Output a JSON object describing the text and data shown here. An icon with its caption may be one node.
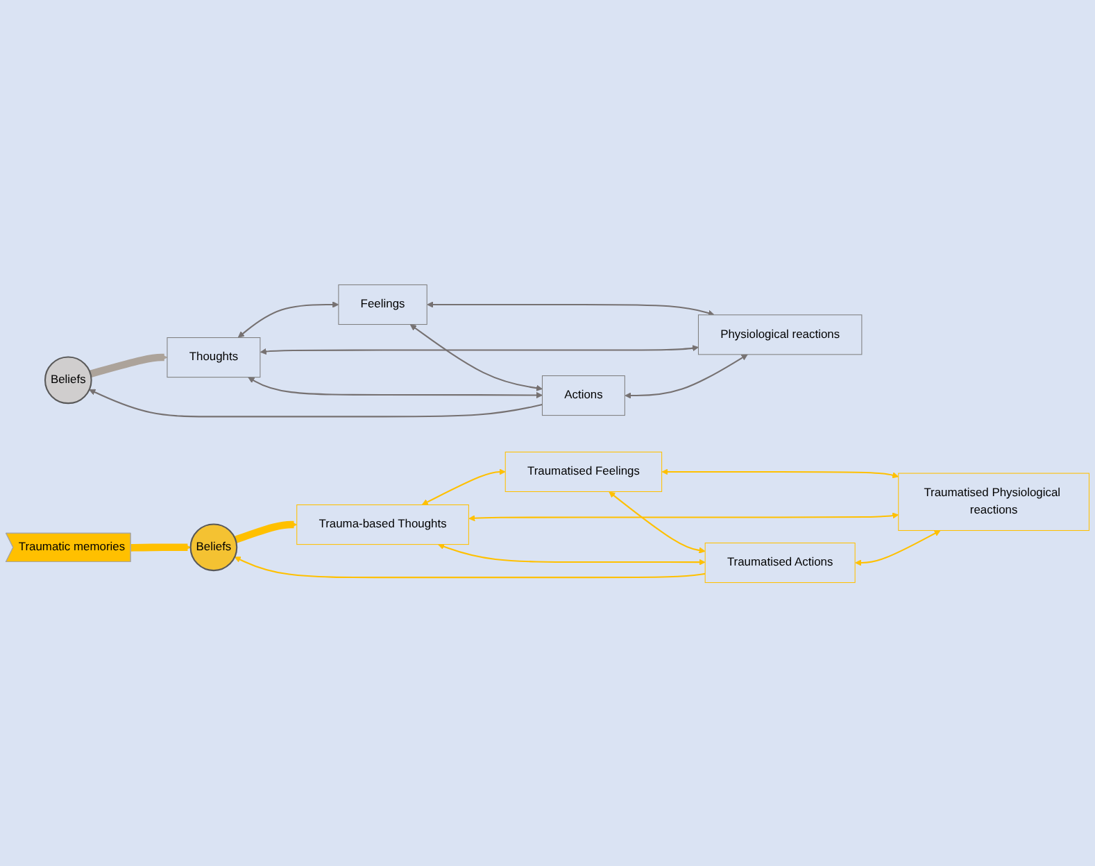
{
  "diagram": {
    "nodes": [
      {
        "text": [
          "Beliefs"
        ]
      },
      {
        "text": [
          "Feelings"
        ]
      },
      {
        "text": [
          "Thoughts"
        ]
      },
      {
        "text": [
          "Physiological reactions"
        ]
      },
      {
        "text": [
          "Actions"
        ]
      },
      {
        "text": [
          "Traumatic memories"
        ]
      },
      {
        "text": [
          "Beliefs"
        ]
      },
      {
        "text": [
          "Traumatised Feelings"
        ]
      },
      {
        "text": [
          "Trauma-based Thoughts"
        ]
      },
      {
        "text": [
          "Traumatised Physiological reactions"
        ]
      },
      {
        "text": [
          "Traumatised Actions"
        ]
      }
    ],
    "edges": [
      {
        "from": 0,
        "to": 2,
        "arrow": "to",
        "style": "thick",
        "color": "#aca39a"
      },
      {
        "from": 2,
        "to": 1,
        "arrow": "both",
        "color": "#767171"
      },
      {
        "from": 1,
        "to": 3,
        "arrow": "both",
        "color": "#767171"
      },
      {
        "from": 2,
        "to": 3,
        "arrow": "both",
        "color": "#767171"
      },
      {
        "from": 1,
        "to": 4,
        "arrow": "both",
        "color": "#767171"
      },
      {
        "from": 2,
        "to": 4,
        "arrow": "both",
        "color": "#767171"
      },
      {
        "from": 4,
        "to": 3,
        "arrow": "both",
        "color": "#767171"
      },
      {
        "from": 4,
        "to": 0,
        "arrow": "to",
        "color": "#767171"
      },
      {
        "from": 5,
        "to": 6,
        "arrow": "to",
        "style": "thick",
        "color": "#ffc000"
      },
      {
        "from": 6,
        "to": 8,
        "arrow": "to",
        "style": "thick",
        "color": "#ffc000"
      },
      {
        "from": 8,
        "to": 7,
        "arrow": "both",
        "color": "#ffc000"
      },
      {
        "from": 7,
        "to": 9,
        "arrow": "both",
        "color": "#ffc000"
      },
      {
        "from": 8,
        "to": 9,
        "arrow": "both",
        "color": "#ffc000"
      },
      {
        "from": 7,
        "to": 10,
        "arrow": "both",
        "color": "#ffc000"
      },
      {
        "from": 8,
        "to": 10,
        "arrow": "both",
        "color": "#ffc000"
      },
      {
        "from": 10,
        "to": 9,
        "arrow": "both",
        "color": "#ffc000"
      },
      {
        "from": 10,
        "to": 6,
        "arrow": "to",
        "color": "#ffc000"
      }
    ]
  }
}
